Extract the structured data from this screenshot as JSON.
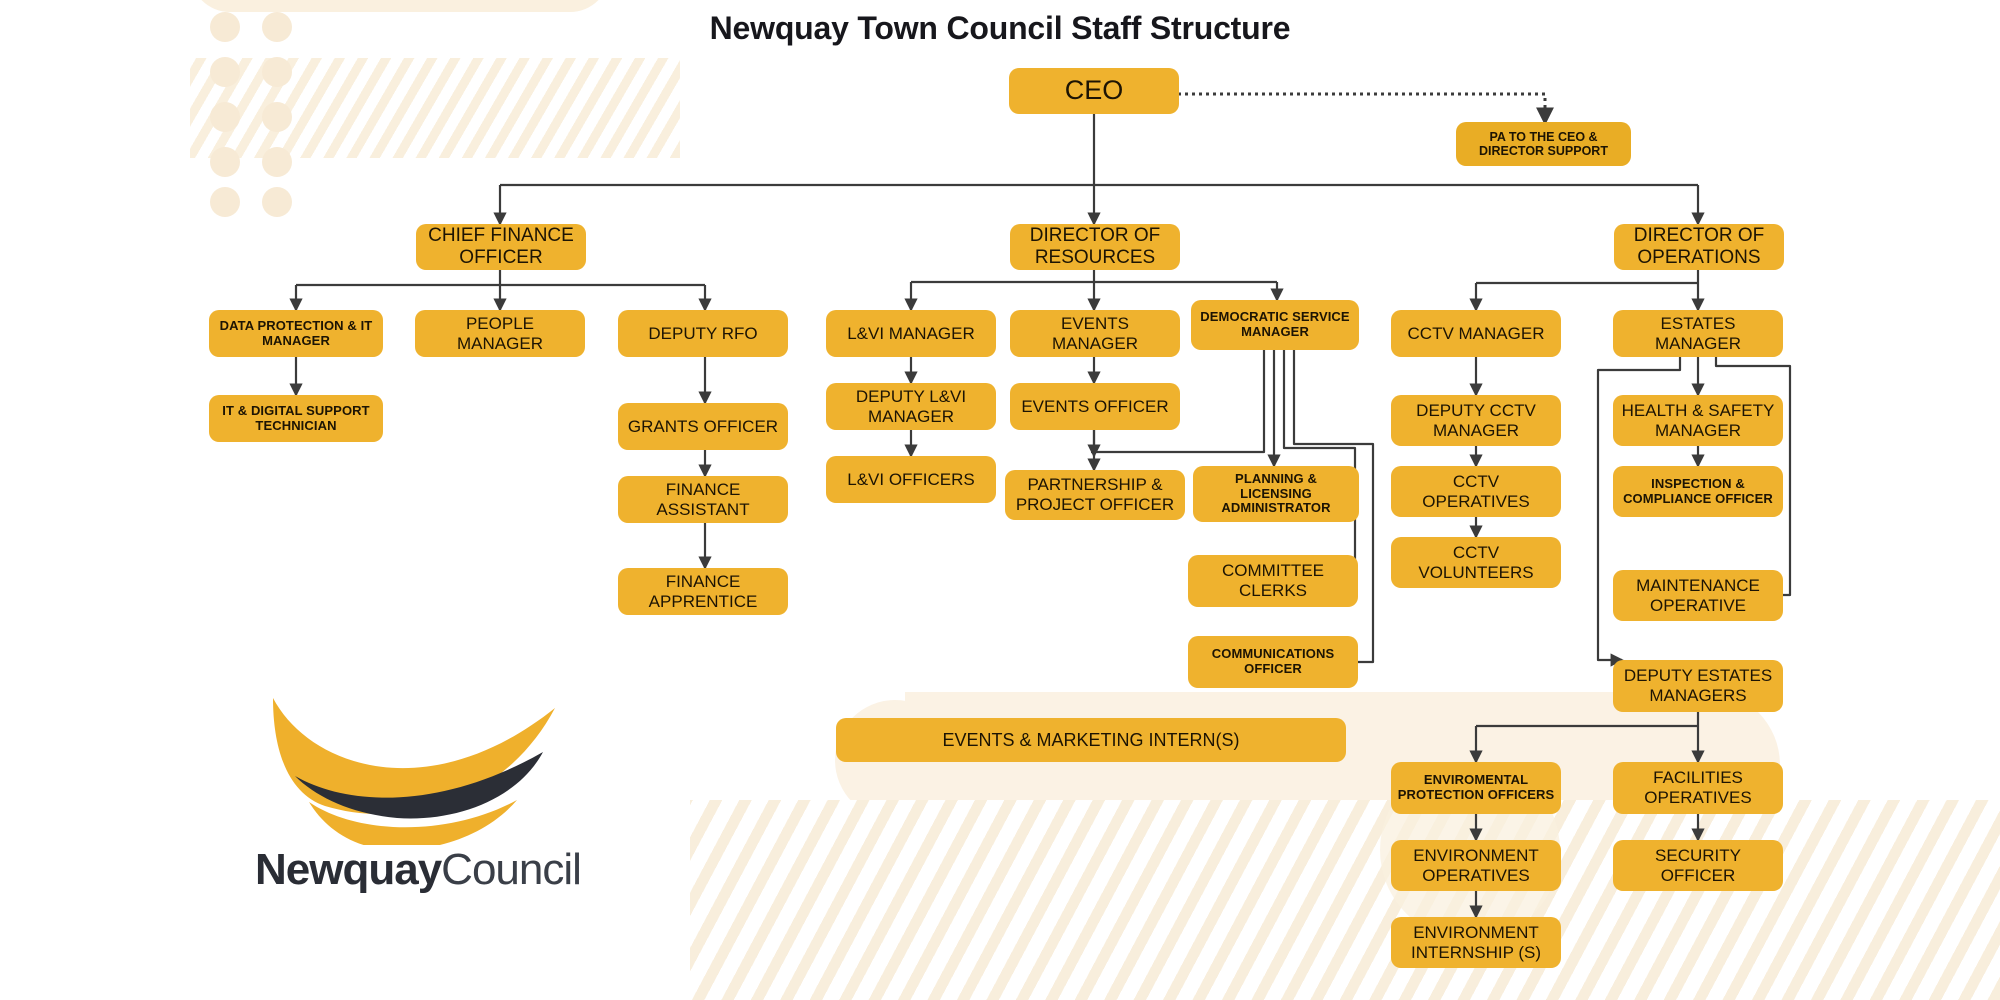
{
  "page": {
    "title": "Newquay Town Council Staff Structure",
    "accent_color": "#EFB22E",
    "accent_dark_color": "#E9AD25",
    "text_color": "#1d1403",
    "line_color": "#3b3b3b",
    "background_color": "#FFFFFF",
    "deco_color": "#FAF0DF"
  },
  "logo": {
    "name_bold": "Newquay",
    "name_light": "Council",
    "swoosh_top_color": "#EFB02C",
    "swoosh_mid_color": "#2B2E36",
    "swoosh_bottom_color": "#EFB02C"
  },
  "nodes": {
    "ceo": "CEO",
    "pa_to_ceo": "PA TO THE CEO &\nDIRECTOR SUPPORT",
    "pa_to_ceo_line1": "PA TO THE CEO &",
    "pa_to_ceo_line2": "DIRECTOR SUPPORT",
    "chief_finance_officer": "CHIEF FINANCE OFFICER",
    "director_of_resources": "DIRECTOR OF RESOURCES",
    "director_of_operations": "DIRECTOR OF OPERATIONS",
    "data_protection_it_manager": "DATA PROTECTION & IT MANAGER",
    "people_manager": "PEOPLE MANAGER",
    "deputy_rfo": "DEPUTY RFO",
    "it_digital_support_technician": "IT & DIGITAL SUPPORT TECHNICIAN",
    "grants_officer": "GRANTS OFFICER",
    "finance_assistant": "FINANCE ASSISTANT",
    "finance_apprentice": "FINANCE APPRENTICE",
    "lvi_manager": "L&VI MANAGER",
    "events_manager": "EVENTS MANAGER",
    "democratic_service_manager": "DEMOCRATIC SERVICE MANAGER",
    "deputy_lvi_manager": "DEPUTY L&VI MANAGER",
    "events_officer": "EVENTS OFFICER",
    "lvi_officers": "L&VI OFFICERS",
    "partnership_project_officer": "PARTNERSHIP & PROJECT OFFICER",
    "planning_licensing_administrator": "PLANNING & LICENSING ADMINISTRATOR",
    "committee_clerks": "COMMITTEE CLERKS",
    "communications_officer": "COMMUNICATIONS OFFICER",
    "events_marketing_interns": "EVENTS & MARKETING INTERN(S)",
    "cctv_manager": "CCTV MANAGER",
    "estates_manager": "ESTATES MANAGER",
    "deputy_cctv_manager": "DEPUTY CCTV MANAGER",
    "health_safety_manager": "HEALTH & SAFETY MANAGER",
    "cctv_operatives": "CCTV OPERATIVES",
    "inspection_compliance_officer": "INSPECTION & COMPLIANCE OFFICER",
    "cctv_volunteers": "CCTV VOLUNTEERS",
    "maintenance_operative": "MAINTENANCE OPERATIVE",
    "deputy_estates_managers": "DEPUTY ESTATES MANAGERS",
    "enviromental_protection_officers": "ENVIROMENTAL PROTECTION OFFICERS",
    "facilities_operatives": "FACILITIES OPERATIVES",
    "environment_operatives": "ENVIRONMENT OPERATIVES",
    "security_officer": "SECURITY OFFICER",
    "environment_internship": "ENVIRONMENT INTERNSHIP (S)"
  },
  "chart_data": {
    "type": "diagram",
    "title": "Newquay Town Council Staff Structure",
    "diagram_kind": "organisation-chart",
    "root": "CEO",
    "edges": [
      {
        "from": "CEO",
        "to": "PA TO THE CEO & DIRECTOR SUPPORT",
        "style": "dotted"
      },
      {
        "from": "CEO",
        "to": "CHIEF FINANCE OFFICER",
        "style": "solid"
      },
      {
        "from": "CEO",
        "to": "DIRECTOR OF RESOURCES",
        "style": "solid"
      },
      {
        "from": "CEO",
        "to": "DIRECTOR OF OPERATIONS",
        "style": "solid"
      },
      {
        "from": "CHIEF FINANCE OFFICER",
        "to": "DATA PROTECTION & IT MANAGER",
        "style": "solid"
      },
      {
        "from": "CHIEF FINANCE OFFICER",
        "to": "PEOPLE MANAGER",
        "style": "solid"
      },
      {
        "from": "CHIEF FINANCE OFFICER",
        "to": "DEPUTY RFO",
        "style": "solid"
      },
      {
        "from": "DATA PROTECTION & IT MANAGER",
        "to": "IT & DIGITAL SUPPORT TECHNICIAN",
        "style": "solid"
      },
      {
        "from": "DEPUTY RFO",
        "to": "GRANTS OFFICER",
        "style": "solid"
      },
      {
        "from": "GRANTS OFFICER",
        "to": "FINANCE ASSISTANT",
        "style": "solid"
      },
      {
        "from": "FINANCE ASSISTANT",
        "to": "FINANCE APPRENTICE",
        "style": "solid"
      },
      {
        "from": "DIRECTOR OF RESOURCES",
        "to": "L&VI MANAGER",
        "style": "solid"
      },
      {
        "from": "DIRECTOR OF RESOURCES",
        "to": "EVENTS MANAGER",
        "style": "solid"
      },
      {
        "from": "DIRECTOR OF RESOURCES",
        "to": "DEMOCRATIC SERVICE MANAGER",
        "style": "solid"
      },
      {
        "from": "L&VI MANAGER",
        "to": "DEPUTY L&VI MANAGER",
        "style": "solid"
      },
      {
        "from": "DEPUTY L&VI MANAGER",
        "to": "L&VI OFFICERS",
        "style": "solid"
      },
      {
        "from": "EVENTS MANAGER",
        "to": "EVENTS OFFICER",
        "style": "solid"
      },
      {
        "from": "EVENTS OFFICER",
        "to": "PARTNERSHIP & PROJECT OFFICER",
        "style": "solid"
      },
      {
        "from": "DEMOCRATIC SERVICE MANAGER",
        "to": "PLANNING & LICENSING ADMINISTRATOR",
        "style": "solid"
      },
      {
        "from": "DEMOCRATIC SERVICE MANAGER",
        "to": "COMMITTEE CLERKS",
        "style": "solid"
      },
      {
        "from": "DEMOCRATIC SERVICE MANAGER",
        "to": "COMMUNICATIONS OFFICER",
        "style": "solid"
      },
      {
        "from": "DEMOCRATIC SERVICE MANAGER",
        "to": "PARTNERSHIP & PROJECT OFFICER",
        "style": "solid"
      },
      {
        "from": "DIRECTOR OF OPERATIONS",
        "to": "CCTV MANAGER",
        "style": "solid"
      },
      {
        "from": "DIRECTOR OF OPERATIONS",
        "to": "ESTATES MANAGER",
        "style": "solid"
      },
      {
        "from": "CCTV MANAGER",
        "to": "DEPUTY CCTV MANAGER",
        "style": "solid"
      },
      {
        "from": "DEPUTY CCTV MANAGER",
        "to": "CCTV OPERATIVES",
        "style": "solid"
      },
      {
        "from": "CCTV OPERATIVES",
        "to": "CCTV VOLUNTEERS",
        "style": "solid"
      },
      {
        "from": "ESTATES MANAGER",
        "to": "HEALTH & SAFETY MANAGER",
        "style": "solid"
      },
      {
        "from": "ESTATES MANAGER",
        "to": "MAINTENANCE OPERATIVE",
        "style": "solid"
      },
      {
        "from": "ESTATES MANAGER",
        "to": "DEPUTY ESTATES MANAGERS",
        "style": "solid"
      },
      {
        "from": "HEALTH & SAFETY MANAGER",
        "to": "INSPECTION & COMPLIANCE OFFICER",
        "style": "solid"
      },
      {
        "from": "DEPUTY ESTATES MANAGERS",
        "to": "ENVIROMENTAL PROTECTION OFFICERS",
        "style": "solid"
      },
      {
        "from": "DEPUTY ESTATES MANAGERS",
        "to": "FACILITIES OPERATIVES",
        "style": "solid"
      },
      {
        "from": "ENVIROMENTAL PROTECTION OFFICERS",
        "to": "ENVIRONMENT OPERATIVES",
        "style": "solid"
      },
      {
        "from": "ENVIRONMENT OPERATIVES",
        "to": "ENVIRONMENT INTERNSHIP (S)",
        "style": "solid"
      },
      {
        "from": "FACILITIES OPERATIVES",
        "to": "SECURITY OFFICER",
        "style": "solid"
      }
    ],
    "standalone_nodes": [
      "EVENTS & MARKETING INTERN(S)"
    ]
  }
}
